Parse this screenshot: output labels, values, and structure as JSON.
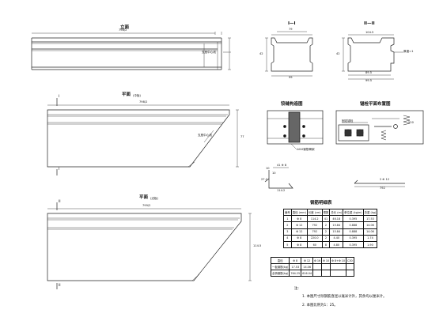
{
  "views": {
    "elevation": {
      "title": "立面",
      "dim_top": "798/2",
      "label_center": "支座中心线"
    },
    "section1": {
      "title": "I—I",
      "dim_top": "79",
      "dim_bottom": "99",
      "dim_height": "42"
    },
    "section2": {
      "title": "II—II",
      "dim_top": "104.5",
      "dim_bottom1": "89.5",
      "dim_bottom2": "99.5",
      "dim_height": "42",
      "dim_side": "厚度=1"
    },
    "plan_mid": {
      "title": "平面",
      "subtitle": "(中板)",
      "dim_top": "798/2",
      "label": "支座中心线",
      "marker_top": "I",
      "marker_bottom": "I",
      "dim_right": "77"
    },
    "plan_side": {
      "title": "平面",
      "subtitle": "(边板)",
      "dim_top": "799/2",
      "marker_top": "II",
      "marker_bottom": "II",
      "dim_right": "114.5"
    },
    "hinge": {
      "title": "铰缝构造图",
      "label": "N10钢筋骨架"
    },
    "bearing": {
      "title": "锚栓平面布置图",
      "label": "固定锚栓",
      "dim": "220"
    },
    "detail1": {
      "top": "41 ⊕ 8",
      "bottom": "114.2",
      "side": "27.2",
      "n1": "10",
      "n2": "10"
    },
    "detail2": {
      "top": "2 ⊕ 12",
      "bottom": "792"
    }
  },
  "rebar_table": {
    "title": "钢筋明细表",
    "headers": [
      "编号",
      "直径\n(mm)",
      "长度\n(cm)",
      "根数",
      "总长\n(m)",
      "单位重\n(kg/m)",
      "总重\n(kg)"
    ],
    "rows": [
      [
        "1",
        "Φ 8",
        "114.2",
        "41",
        "46.18",
        "0.395",
        "17.53"
      ],
      [
        "2",
        "Φ 12",
        "792",
        "2",
        "15.84",
        "0.888",
        "14.06"
      ],
      [
        "3",
        "Φ 12",
        "792",
        "2",
        "15.84",
        "0.888",
        "14.06"
      ],
      [
        "4",
        "Φ 8",
        "220.0",
        "2",
        "4.40",
        "0.395",
        "1.74"
      ],
      [
        "5",
        "Φ 8",
        "60",
        "8",
        "4.80",
        "0.395",
        "1.90"
      ]
    ]
  },
  "summary_table": {
    "headers": [
      "直径",
      "Φ 8",
      "Φ 12",
      "Φ 16",
      "Φ 10",
      "Φ 8+Φ 10",
      "C30"
    ],
    "rows": [
      [
        "一板钢筋(kg)",
        "17.53",
        "14.06",
        "",
        "",
        "",
        ""
      ],
      [
        "全桥钢筋(kg)",
        "764.25",
        "616.04",
        "",
        "",
        "",
        ""
      ]
    ]
  },
  "notes": {
    "heading": "注:",
    "items": [
      "1. 本图尺寸除钢筋直径以毫米计外，其余均以厘米计。",
      "2. 本图比例为1：25。"
    ]
  }
}
